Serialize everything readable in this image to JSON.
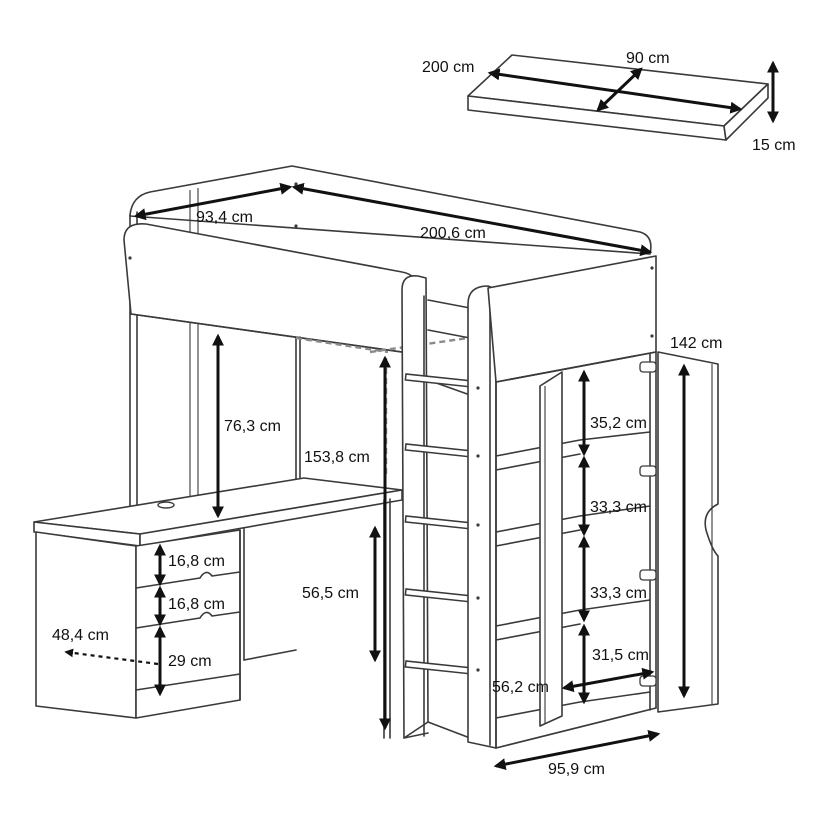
{
  "mattress": {
    "length": "200 cm",
    "width": "90 cm",
    "thickness": "15 cm"
  },
  "bed": {
    "depth": "93,4 cm",
    "length": "200,6 cm",
    "under_bed_height": "76,3 cm",
    "total_height_to_floor": "153,8 cm"
  },
  "desk": {
    "height": "56,5 cm",
    "extension": "48,4 cm",
    "drawer_1": "16,8 cm",
    "drawer_2": "16,8 cm",
    "drawer_3": "29 cm"
  },
  "wardrobe": {
    "door_height": "142 cm",
    "shelf_1": "35,2 cm",
    "shelf_2": "33,3 cm",
    "shelf_3": "33,3 cm",
    "shelf_4": "31,5 cm",
    "depth": "56,2 cm",
    "width": "95,9 cm"
  },
  "colors": {
    "line": "#3a3a3a",
    "arrow": "#111111",
    "background": "#ffffff"
  }
}
